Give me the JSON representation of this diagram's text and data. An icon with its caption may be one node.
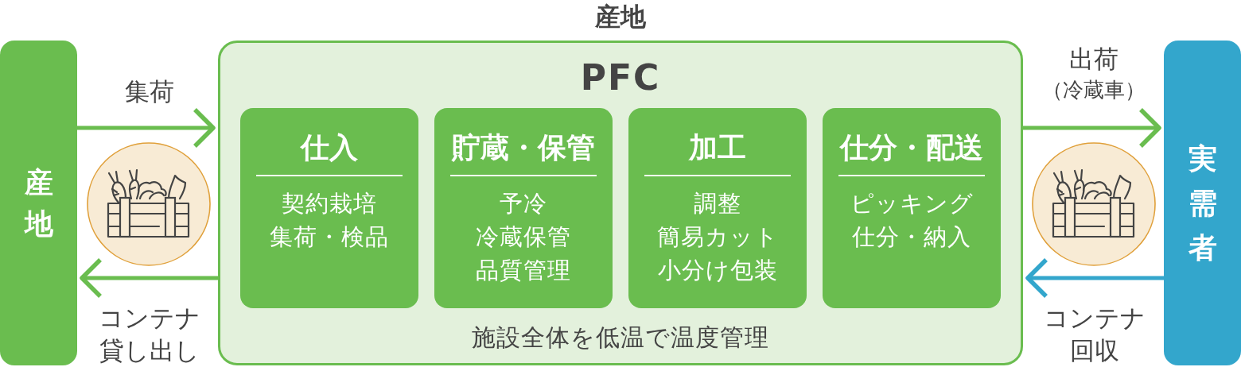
{
  "diagram": {
    "title": "産地",
    "nodes": [
      {
        "text": [
          "産地"
        ]
      },
      {
        "text": [
          "PFC",
          "施設全体を低温で温度管理"
        ]
      },
      {
        "text": [
          "仕入",
          "契約栽培",
          "集荷・検品"
        ],
        "in": 1
      },
      {
        "text": [
          "貯蔵・保管",
          "予冷",
          "冷蔵保管",
          "品質管理"
        ],
        "in": 1
      },
      {
        "text": [
          "加工",
          "調整",
          "簡易カット",
          "小分け包装"
        ],
        "in": 1
      },
      {
        "text": [
          "仕分・配送",
          "ピッキング",
          "仕分・納入"
        ],
        "in": 1
      },
      {
        "text": [
          "実需者"
        ]
      }
    ],
    "edges": [
      {
        "from": 0,
        "to": 1,
        "arrow": "to",
        "label": "集荷"
      },
      {
        "from": 1,
        "to": 0,
        "arrow": "to",
        "label": "コンテナ貸し出し"
      },
      {
        "from": 1,
        "to": 6,
        "arrow": "to",
        "label": "出荷"
      },
      {
        "from": 6,
        "to": 1,
        "arrow": "to",
        "label": "コンテナ回収",
        "color": "#33a6cc"
      }
    ],
    "labels": [
      "（冷蔵車）"
    ]
  }
}
